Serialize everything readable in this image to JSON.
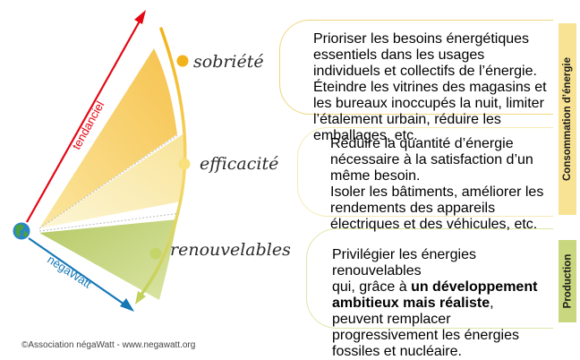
{
  "steps": [
    {
      "label": "sobriété",
      "heading": "Prioriser les besoins énergétiques essentiels",
      "body": " dans les usages individuels et collectifs de l’énergie.",
      "example": "Éteindre les vitrines des magasins et les bureaux inoccupés la nuit, limiter l’étalement urbain, réduire les emballages, etc."
    },
    {
      "label": "efficacité",
      "heading": "Réduire la quantité d’énergie",
      "body": "nécessaire à la satisfaction d’un même besoin.",
      "example": "Isoler les bâtiments, améliorer les rendements des appareils électriques et des véhicules, etc."
    },
    {
      "label": "renouvelables",
      "heading": "Privilégier les énergies renouvelables",
      "body_1": "qui, grâce à ",
      "body_bold": "un développement ambitieux mais réaliste",
      "body_2": ", peuvent remplacer progressivement les énergies fossiles et nucléaire."
    }
  ],
  "side_labels": {
    "consumption": "Consommation d’énergie",
    "production": "Production"
  },
  "arrows": {
    "trend": "tendanciel",
    "negawatt": "négaWatt"
  },
  "credit": "©Association négaWatt - www.negawatt.org",
  "colors": {
    "trend_arrow": "#e30613",
    "negawatt_arrow": "#1578b6",
    "wedge_sobriety": "#f7c95c",
    "wedge_efficiency": "#faeaa5",
    "wedge_renewables": "#c8d67f",
    "curve_top": "#f2b21a",
    "curve_bottom": "#c2d15a"
  }
}
